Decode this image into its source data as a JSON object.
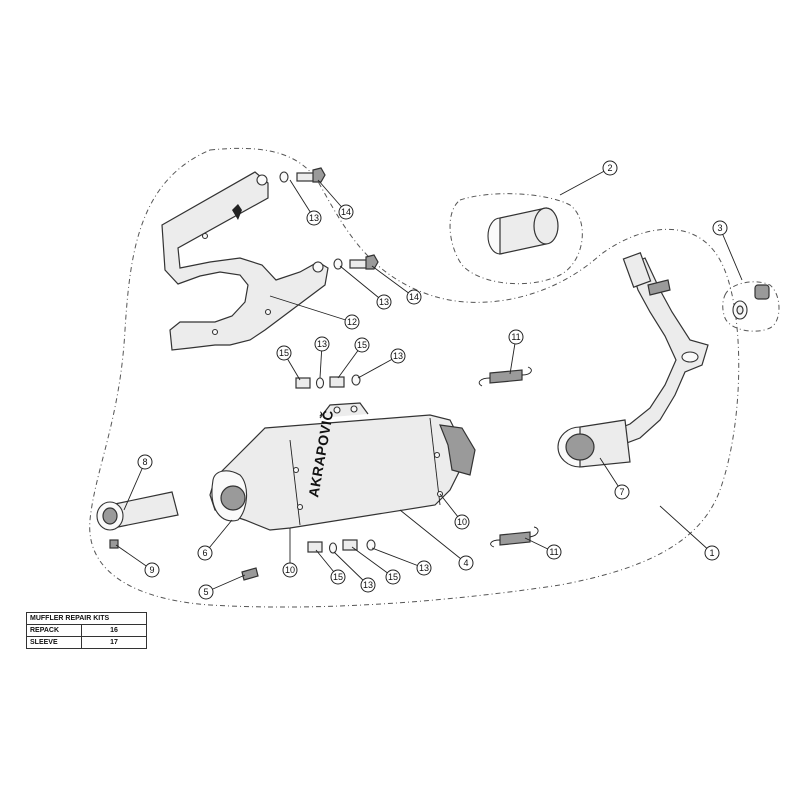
{
  "table": {
    "title": "MUFFLER REPAIR KITS",
    "rows": [
      {
        "name": "REPACK",
        "code": "16"
      },
      {
        "name": "SLEEVE",
        "code": "17"
      }
    ]
  },
  "logo": {
    "text": "AKRAPOVIČ"
  },
  "callouts": [
    "1",
    "2",
    "3",
    "4",
    "5",
    "6",
    "7",
    "8",
    "9",
    "10",
    "10",
    "11",
    "11",
    "12",
    "13",
    "13",
    "13",
    "13",
    "13",
    "13",
    "14",
    "14",
    "15",
    "15",
    "15",
    "15"
  ]
}
